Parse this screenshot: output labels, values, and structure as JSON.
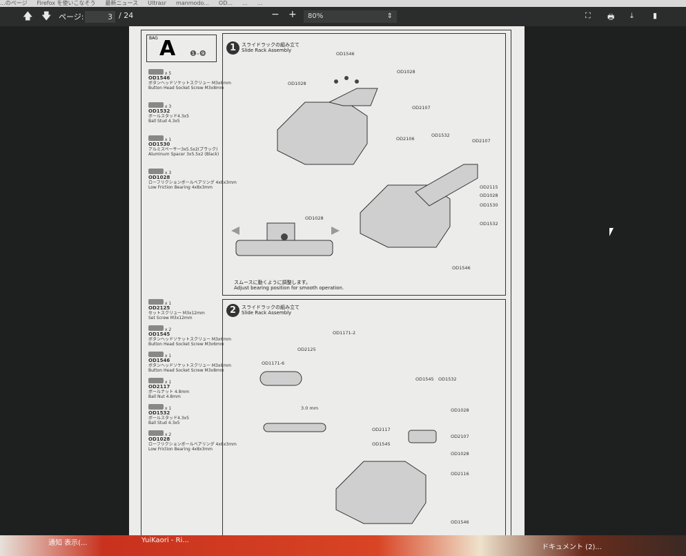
{
  "browser_tabs": [
    "...のページ",
    "Firefox を使いこなそう",
    "最新ニュース",
    "Ultrasr",
    "manmodo...",
    "OD...",
    "...",
    "..."
  ],
  "toolbar": {
    "page_label": "ページ:",
    "page_current": "3",
    "page_total": "/ 24",
    "zoom_value": "80%",
    "zoom_minus": "−",
    "zoom_plus": "+",
    "icons": [
      "arrow-up-icon",
      "arrow-down-icon",
      "fullscreen-icon",
      "print-icon",
      "download-icon",
      "bookmark-icon"
    ]
  },
  "bag": {
    "label": "BAG",
    "letter": "A",
    "range": "❶-❾"
  },
  "parts_a": [
    {
      "code": "OD1546",
      "qty": "x 5",
      "jp": "ボタンヘッドソケットスクリュー M3x8mm",
      "en": "Button Head Socket Screw M3x8mm"
    },
    {
      "code": "OD1532",
      "qty": "x 3",
      "jp": "ボールスタッド4.3x5",
      "en": "Ball Stud 4.3x5"
    },
    {
      "code": "OD1530",
      "qty": "x 1",
      "jp": "アルミスペーサー3x5.5x2(ブラック)",
      "en": "Aluminum Spacer 3x5.5x2 (Black)"
    },
    {
      "code": "OD1028",
      "qty": "x 3",
      "jp": "ローフリクションボールベアリング 4x8x3mm",
      "en": "Low Friction Bearing 4x8x3mm"
    }
  ],
  "parts_b": [
    {
      "code": "OD2125",
      "qty": "x 1",
      "jp": "セットスクリュー M3x12mm",
      "en": "Set Screw M3x12mm"
    },
    {
      "code": "OD1545",
      "qty": "x 2",
      "jp": "ボタンヘッドソケットスクリュー M3x6mm",
      "en": "Button Head Socket Screw M3x6mm"
    },
    {
      "code": "OD1546",
      "qty": "x 1",
      "jp": "ボタンヘッドソケットスクリュー M3x8mm",
      "en": "Button Head Socket Screw M3x8mm"
    },
    {
      "code": "OD2117",
      "qty": "x 1",
      "jp": "ボールナット 4.8mm",
      "en": "Ball Nut 4.8mm"
    },
    {
      "code": "OD1532",
      "qty": "x 1",
      "jp": "ボールスタッド4.3x5",
      "en": "Ball Stud 4.3x5"
    },
    {
      "code": "OD1028",
      "qty": "x 2",
      "jp": "ローフリクションボールベアリング 4x8x3mm",
      "en": "Low Friction Bearing 4x8x3mm"
    }
  ],
  "step1": {
    "num": "1",
    "jp": "スライドラックの組み立て",
    "en": "Slide Rack Assembly",
    "note_jp": "スムースに動くように調整します。",
    "note_en": "Adjust bearing position for smooth operation.",
    "labels": [
      "OD1546",
      "OD1028",
      "OD1028",
      "OD2107",
      "OD2106",
      "OD1532",
      "OD2107",
      "OD2115",
      "OD1028",
      "OD1530",
      "OD1532",
      "OD1546",
      "OD1028"
    ]
  },
  "step2": {
    "num": "2",
    "jp": "スライドラックの組み立て",
    "en": "Slide Rack Assembly",
    "labels": [
      "OD1171-2",
      "OD2125",
      "OD1171-6",
      "OD1545",
      "OD1532",
      "OD1028",
      "OD2117",
      "OD2107",
      "OD1545",
      "OD1028",
      "OD2116",
      "OD1546",
      "3.0 mm"
    ]
  },
  "taskbar": {
    "items": [
      "通知 表示(...",
      "YuiKaori - Ri...",
      "ドキュメント (2)..."
    ]
  }
}
